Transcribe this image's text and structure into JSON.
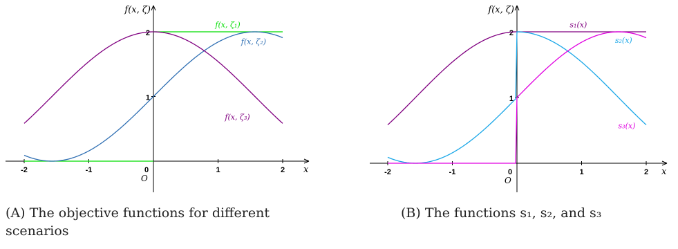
{
  "panels": [
    {
      "caption_tag": "(A)",
      "caption_text": "The objective functions for different scenarios",
      "chart_data": {
        "type": "line",
        "xlabel": "x",
        "ylabel": "f(x, ζ)",
        "origin_label": "O",
        "xlim": [
          -2.15,
          2.35
        ],
        "ylim": [
          -0.45,
          2.45
        ],
        "xticks": [
          "-2",
          "-1",
          "0",
          "1",
          "2"
        ],
        "yticks": [
          "1",
          "2"
        ],
        "grid": false,
        "series": [
          {
            "name": "f(x, ζ₁)",
            "color": "#00dd00",
            "kind": "zeta1",
            "label_at": [
              1.15,
              2.07
            ]
          },
          {
            "name": "f(x, ζ₂)",
            "color": "#2f6fb3",
            "kind": "shift",
            "label_at": [
              1.55,
              1.81
            ]
          },
          {
            "name": "f(x, ζ₃)",
            "color": "#800080",
            "kind": "cos",
            "label_at": [
              1.3,
              0.64
            ]
          }
        ]
      }
    },
    {
      "caption_tag": "(B)",
      "caption_text": "The functions s₁, s₂, and s₃",
      "chart_data": {
        "type": "line",
        "xlabel": "x",
        "ylabel": "f(x, ζ)",
        "origin_label": "O",
        "xlim": [
          -2.15,
          2.35
        ],
        "ylim": [
          -0.45,
          2.45
        ],
        "xticks": [
          "-2",
          "-1",
          "0",
          "1",
          "2"
        ],
        "yticks": [
          "1",
          "2"
        ],
        "grid": false,
        "series": [
          {
            "name": "s₁(x)",
            "color": "#800080",
            "kind": "s1",
            "label_at": [
              0.95,
              2.07
            ]
          },
          {
            "name": "s₂(x)",
            "color": "#1aa7e8",
            "kind": "s2",
            "label_at": [
              1.65,
              1.83
            ]
          },
          {
            "name": "s₃(x)",
            "color": "#e000e0",
            "kind": "s3",
            "label_at": [
              1.7,
              0.53
            ]
          }
        ]
      }
    }
  ]
}
